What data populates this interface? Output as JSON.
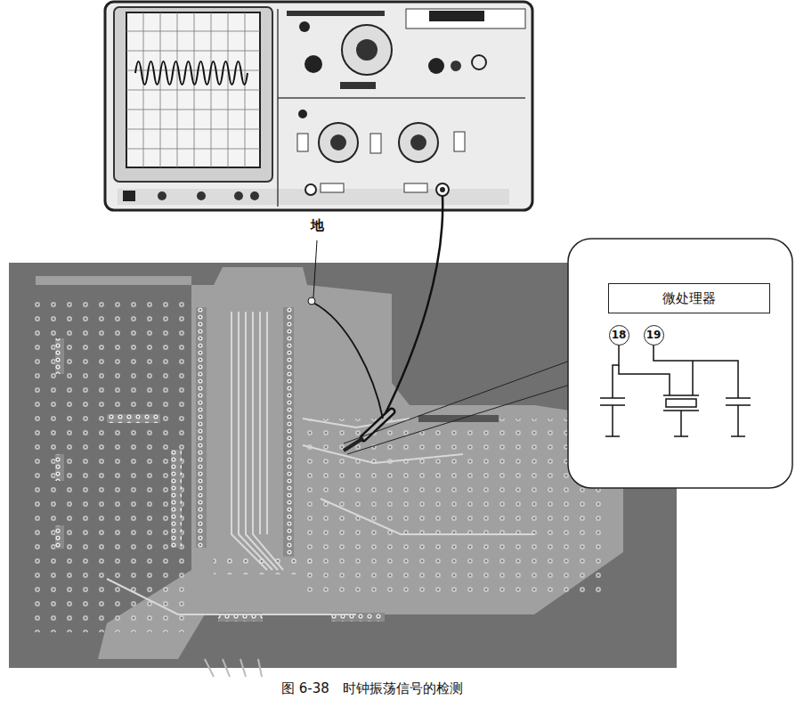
{
  "diagram": {
    "caption": "图 6-38　时钟振荡信号的检测",
    "nodes": [
      {
        "text": [
          "微处理器"
        ]
      },
      {
        "text": [
          "18"
        ]
      },
      {
        "text": [
          "19"
        ]
      }
    ],
    "labels": [
      "地"
    ]
  }
}
